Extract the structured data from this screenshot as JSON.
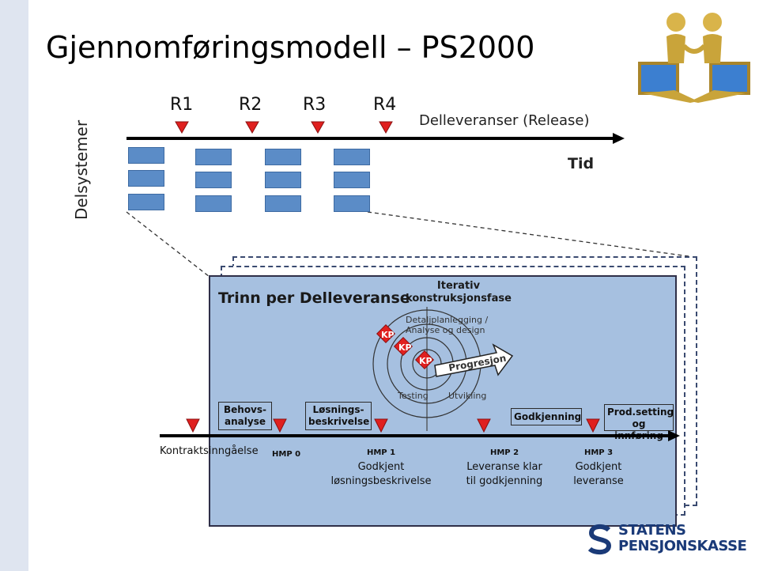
{
  "title": "Gjennomføringsmodell – PS2000",
  "side_label": "Delsystemer",
  "releases": [
    "R1",
    "R2",
    "R3",
    "R4"
  ],
  "release_caption": "Delleveranser (Release)",
  "time_label": "Tid",
  "panel": {
    "title": "Trinn per Delleveranse",
    "iterative_title": "Iterativ konstruksjonsfase",
    "spiral": {
      "design_label": "Detaljplanlegging / Analyse og design",
      "testing_label": "Testing",
      "development_label": "Utvikling",
      "progression_label": "Progresjon",
      "kp_label": "KP"
    },
    "phases": {
      "behov": "Behovs-analyse",
      "losning": "Løsnings-beskrivelse",
      "godkjenning": "Godkjenning",
      "prod": "Prod.setting og innføring"
    },
    "milestones": {
      "kontrakt": "Kontraktsinngåelse",
      "hmp0": "HMP 0",
      "hmp1": "HMP 1",
      "hmp1_line1": "Godkjent",
      "hmp1_line2": "løsningsbeskrivelse",
      "hmp2": "HMP 2",
      "hmp2_line1": "Leveranse klar",
      "hmp2_line2": "til godkjenning",
      "hmp3": "HMP 3",
      "hmp3_line1": "Godkjent",
      "hmp3_line2": "leveranse"
    }
  },
  "logo": {
    "line1": "STATENS",
    "line2": "PENSJONSKASSE"
  },
  "colors": {
    "accent_red": "#e0201f",
    "module_blue": "#5b8cc7",
    "panel_blue": "#a6c0e0",
    "logo_blue": "#1a3a78"
  }
}
